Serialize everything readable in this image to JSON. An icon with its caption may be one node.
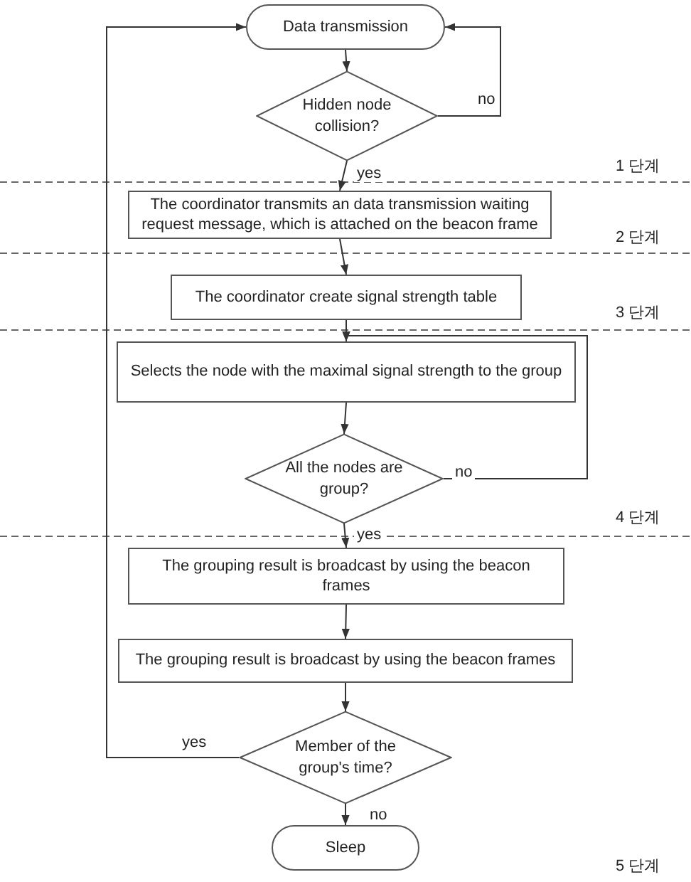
{
  "diagram": {
    "nodes": [
      {
        "text": [
          "Data transmission"
        ]
      },
      {
        "text": [
          "Hidden node collision?"
        ]
      },
      {
        "text": [
          "The coordinator transmits an data transmission waiting request message, which is attached on the beacon frame"
        ]
      },
      {
        "text": [
          "The coordinator create signal strength table"
        ]
      },
      {
        "text": [
          "Selects the node with the maximal signal strength to the group"
        ]
      },
      {
        "text": [
          "All the nodes are group?"
        ]
      },
      {
        "text": [
          "The grouping result is broadcast by using the beacon frames"
        ]
      },
      {
        "text": [
          "The grouping result is broadcast by using the beacon frames"
        ]
      },
      {
        "text": [
          "Member of the group's time?"
        ]
      },
      {
        "text": [
          "Sleep"
        ]
      }
    ],
    "edges": [
      {
        "from": 0,
        "to": 1,
        "arrow": "to"
      },
      {
        "from": 1,
        "to": 0,
        "arrow": "to",
        "label": "no"
      },
      {
        "from": 1,
        "to": 2,
        "arrow": "to",
        "label": "yes"
      },
      {
        "from": 2,
        "to": 3,
        "arrow": "to"
      },
      {
        "from": 3,
        "to": 4,
        "arrow": "to"
      },
      {
        "from": 4,
        "to": 5,
        "arrow": "to"
      },
      {
        "from": 5,
        "to": 4,
        "arrow": "to",
        "label": "no"
      },
      {
        "from": 5,
        "to": 6,
        "arrow": "to",
        "label": "yes"
      },
      {
        "from": 6,
        "to": 7,
        "arrow": "to"
      },
      {
        "from": 7,
        "to": 8,
        "arrow": "to"
      },
      {
        "from": 8,
        "to": 9,
        "arrow": "to",
        "label": "no"
      },
      {
        "from": 8,
        "to": 0,
        "arrow": "to",
        "label": "yes"
      }
    ],
    "labels": [
      "1 단계",
      "2 단계",
      "3 단계",
      "4 단계",
      "5 단계"
    ]
  }
}
